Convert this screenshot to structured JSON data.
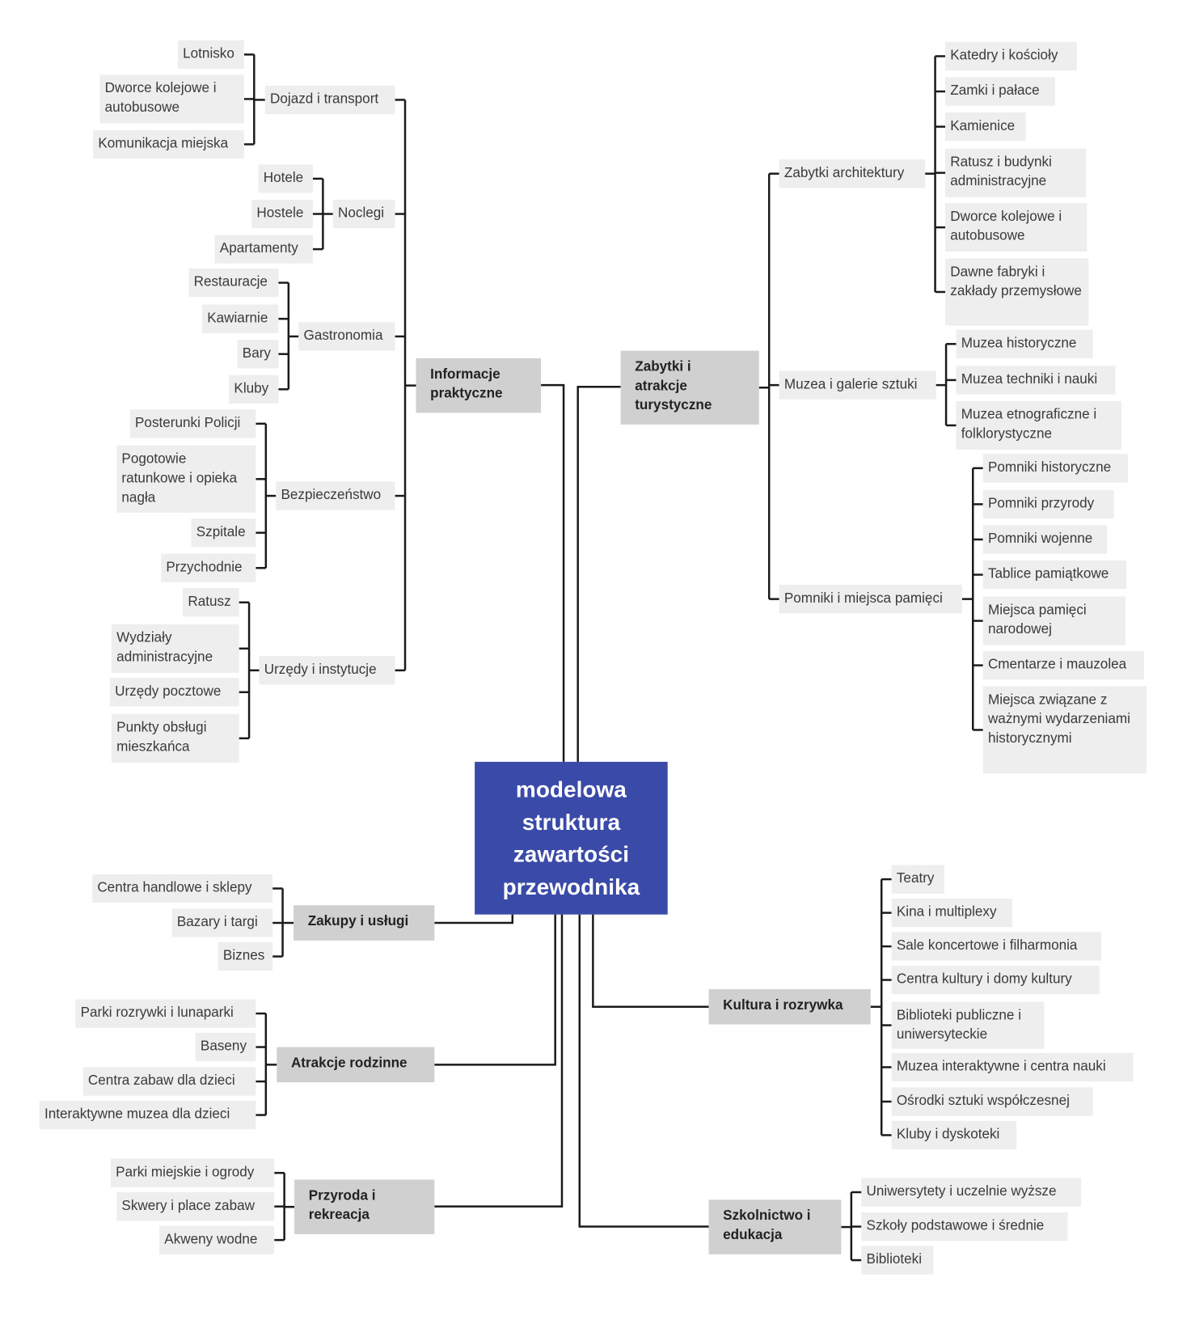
{
  "center": {
    "label": "modelowa struktura zawartości przewodnika"
  },
  "colors": {
    "center": "#3a4aa8",
    "branch": "#d0d0d0",
    "leaf": "#eeeeee",
    "line": "#1a1a1a"
  },
  "branches": [
    {
      "label": "Informacje praktyczne",
      "children": [
        {
          "label": "Dojazd i transport",
          "children": [
            {
              "label": "Lotnisko"
            },
            {
              "label": "Dworce kolejowe i autobusowe"
            },
            {
              "label": "Komunikacja miejska"
            }
          ]
        },
        {
          "label": "Noclegi",
          "children": [
            {
              "label": "Hotele"
            },
            {
              "label": "Hostele"
            },
            {
              "label": "Apartamenty"
            }
          ]
        },
        {
          "label": "Gastronomia",
          "children": [
            {
              "label": "Restauracje"
            },
            {
              "label": "Kawiarnie"
            },
            {
              "label": "Bary"
            },
            {
              "label": "Kluby"
            }
          ]
        },
        {
          "label": "Bezpieczeństwo",
          "children": [
            {
              "label": "Posterunki Policji"
            },
            {
              "label": "Pogotowie ratunkowe i opieka nagła"
            },
            {
              "label": "Szpitale"
            },
            {
              "label": "Przychodnie"
            }
          ]
        },
        {
          "label": "Urzędy i instytucje",
          "children": [
            {
              "label": "Ratusz"
            },
            {
              "label": "Wydziały administracyjne"
            },
            {
              "label": "Urzędy pocztowe"
            },
            {
              "label": "Punkty obsługi mieszkańca"
            }
          ]
        }
      ]
    },
    {
      "label": "Zabytki i atrakcje turystyczne",
      "children": [
        {
          "label": "Zabytki architektury",
          "children": [
            {
              "label": "Katedry i kościoły"
            },
            {
              "label": "Zamki i pałace"
            },
            {
              "label": "Kamienice"
            },
            {
              "label": "Ratusz i budynki administracyjne"
            },
            {
              "label": "Dworce kolejowe i autobusowe"
            },
            {
              "label": "Dawne fabryki i zakłady przemysłowe"
            }
          ]
        },
        {
          "label": "Muzea i galerie sztuki",
          "children": [
            {
              "label": "Muzea historyczne"
            },
            {
              "label": "Muzea techniki i nauki"
            },
            {
              "label": "Muzea etnograficzne i folklorystyczne"
            }
          ]
        },
        {
          "label": "Pomniki i miejsca pamięci",
          "children": [
            {
              "label": "Pomniki historyczne"
            },
            {
              "label": "Pomniki przyrody"
            },
            {
              "label": "Pomniki wojenne"
            },
            {
              "label": "Tablice pamiątkowe"
            },
            {
              "label": "Miejsca pamięci narodowej"
            },
            {
              "label": "Cmentarze i mauzolea"
            },
            {
              "label": "Miejsca związane z ważnymi wydarzeniami historycznymi"
            }
          ]
        }
      ]
    },
    {
      "label": "Zakupy i usługi",
      "children": [
        {
          "label": "Centra handlowe i sklepy"
        },
        {
          "label": "Bazary i targi"
        },
        {
          "label": "Biznes"
        }
      ]
    },
    {
      "label": "Atrakcje rodzinne",
      "children": [
        {
          "label": "Parki rozrywki i lunaparki"
        },
        {
          "label": "Baseny"
        },
        {
          "label": "Centra zabaw dla dzieci"
        },
        {
          "label": "Interaktywne muzea dla dzieci"
        }
      ]
    },
    {
      "label": "Przyroda i rekreacja",
      "children": [
        {
          "label": "Parki miejskie i ogrody"
        },
        {
          "label": "Skwery i place zabaw"
        },
        {
          "label": "Akweny wodne"
        }
      ]
    },
    {
      "label": "Kultura i rozrywka",
      "children": [
        {
          "label": "Teatry"
        },
        {
          "label": "Kina i multiplexy"
        },
        {
          "label": "Sale koncertowe i filharmonia"
        },
        {
          "label": "Centra kultury i domy kultury"
        },
        {
          "label": "Biblioteki publiczne i uniwersyteckie"
        },
        {
          "label": "Muzea interaktywne i centra nauki"
        },
        {
          "label": "Ośrodki sztuki współczesnej"
        },
        {
          "label": "Kluby i dyskoteki"
        }
      ]
    },
    {
      "label": "Szkolnictwo i edukacja",
      "children": [
        {
          "label": "Uniwersytety i uczelnie wyższe"
        },
        {
          "label": "Szkoły podstawowe i średnie"
        },
        {
          "label": "Biblioteki"
        }
      ]
    }
  ]
}
